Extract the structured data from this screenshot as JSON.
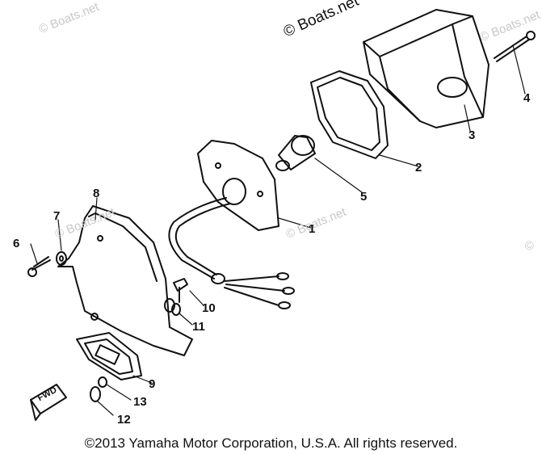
{
  "watermarks": [
    "© Boats.net",
    "© Boats.net",
    "© Boats.net",
    "© Boats.net",
    "©"
  ],
  "watermark_main": "© Boats.net",
  "fwd_label": "FWD",
  "callouts": [
    "1",
    "2",
    "3",
    "4",
    "5",
    "6",
    "7",
    "8",
    "9",
    "10",
    "11",
    "12",
    "13"
  ],
  "copyright": "©2013 Yamaha Motor Corporation, U.S.A. All rights reserved.",
  "colors": {
    "ink": "#111111",
    "watermark": "#c8c8c8",
    "background": "#ffffff"
  }
}
